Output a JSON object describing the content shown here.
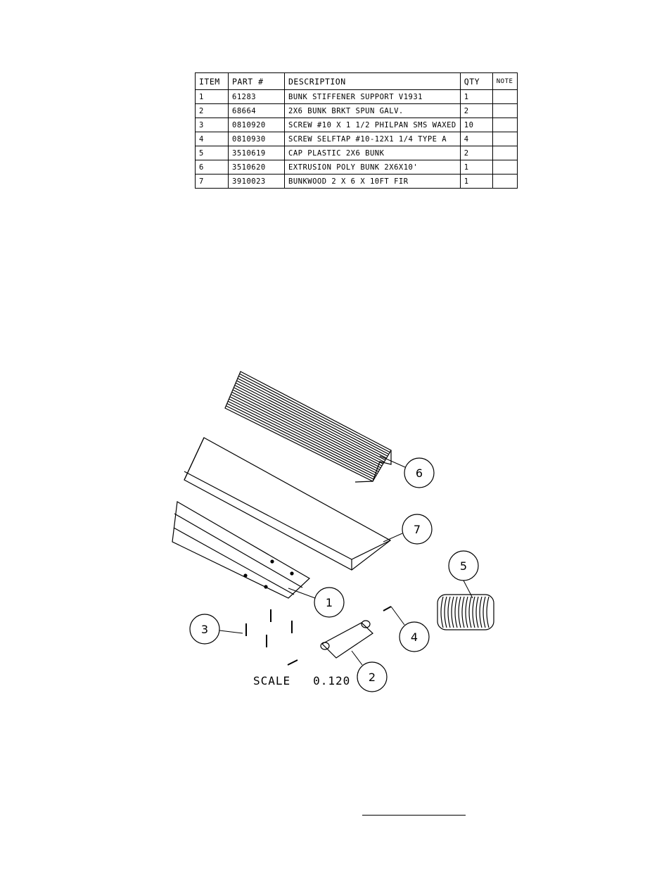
{
  "bom": {
    "headers": [
      "ITEM",
      "PART #",
      "DESCRIPTION",
      "QTY",
      "NOTE"
    ],
    "rows": [
      [
        "1",
        "61283",
        "BUNK STIFFENER SUPPORT V1931",
        "1",
        ""
      ],
      [
        "2",
        "68664",
        "2X6 BUNK BRKT SPUN GALV.",
        "2",
        ""
      ],
      [
        "3",
        "0810920",
        "SCREW #10 X 1 1/2 PHILPAN SMS WAXED",
        "10",
        ""
      ],
      [
        "4",
        "0810930",
        "SCREW SELFTAP #10-12X1 1/4 TYPE A",
        "4",
        ""
      ],
      [
        "5",
        "3510619",
        "CAP PLASTIC 2X6 BUNK",
        "2",
        ""
      ],
      [
        "6",
        "3510620",
        "EXTRUSION POLY BUNK 2X6X10'",
        "1",
        ""
      ],
      [
        "7",
        "3910023",
        "BUNKWOOD   2 X 6 X 10FT FIR",
        "1",
        ""
      ]
    ]
  },
  "balloons": [
    "1",
    "2",
    "3",
    "4",
    "5",
    "6",
    "7"
  ],
  "scale_label": "SCALE   0.120"
}
